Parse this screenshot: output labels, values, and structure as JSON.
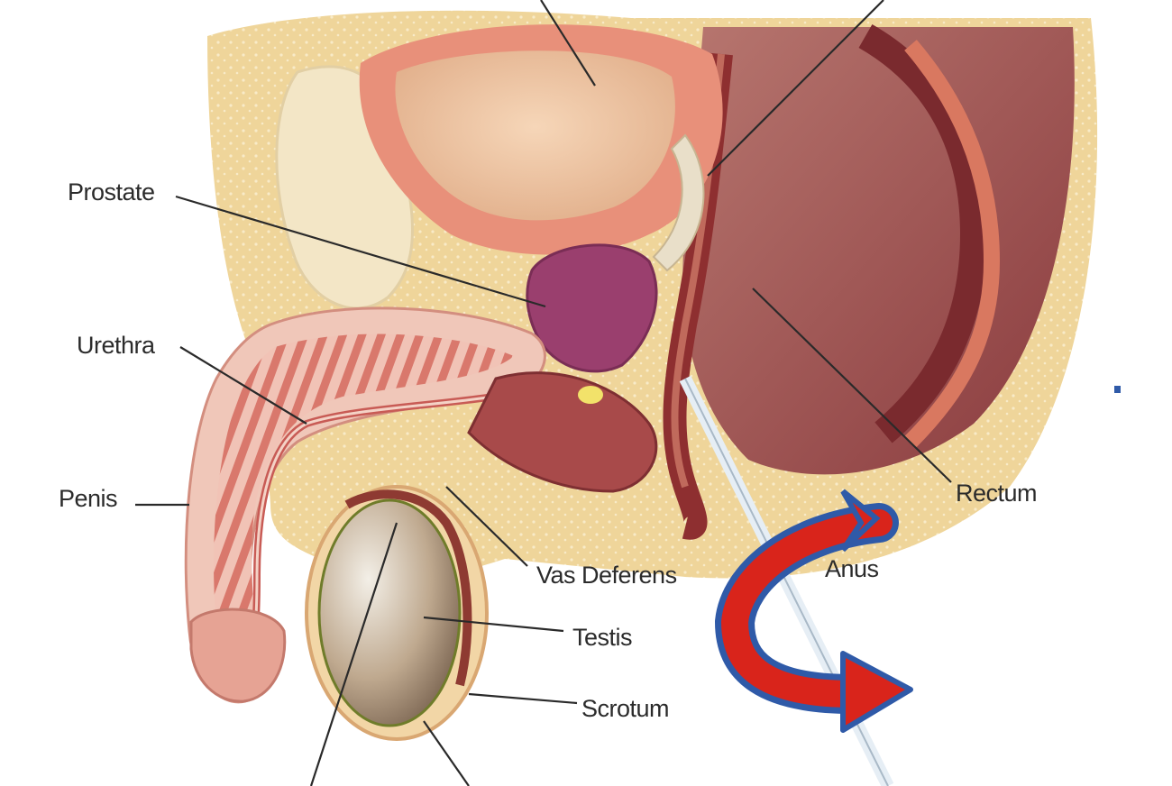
{
  "labels": {
    "prostate": "Prostate",
    "urethra": "Urethra",
    "penis": "Penis",
    "vas_deferens": "Vas Deferens",
    "testis": "Testis",
    "scrotum": "Scrotum",
    "rectum": "Rectum",
    "anus": "Anus"
  },
  "colors": {
    "tissue": "#f0d9a0",
    "bladder_wall": "#e8907a",
    "prostate": "#9a3f6e",
    "rectum": "#8e3a3a",
    "arrow_fill": "#d9241b",
    "arrow_outline": "#2f5aa8"
  }
}
